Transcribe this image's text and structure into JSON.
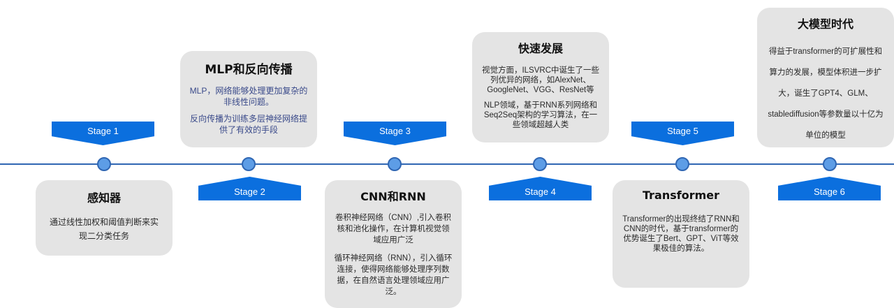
{
  "stages": [
    {
      "label": "Stage 1",
      "title": "感知器",
      "paragraphs": [
        "通过线性加权和阈值判断来实现二分类任务"
      ]
    },
    {
      "label": "Stage 2",
      "title": "MLP和反向传播",
      "paragraphs": [
        "MLP，网络能够处理更加复杂的非线性问题。",
        "反向传播为训练多层神经网络提供了有效的手段"
      ]
    },
    {
      "label": "Stage 3",
      "title": "CNN和RNN",
      "paragraphs": [
        "卷积神经网络（CNN）,引入卷积核和池化操作，在计算机视觉领域应用广泛",
        "循环神经网络（RNN），引入循环连接，使得网络能够处理序列数据，在自然语言处理领域应用广泛。"
      ]
    },
    {
      "label": "Stage 4",
      "title": "快速发展",
      "paragraphs": [
        "视觉方面，ILSVRC中诞生了一些列优异的网络，如AlexNet、GoogleNet、VGG、ResNet等",
        "NLP领域，基于RNN系列网络和Seq2Seq架构的学习算法，在一些领域超越人类"
      ]
    },
    {
      "label": "Stage 5",
      "title": "Transformer",
      "paragraphs": [
        "Transformer的出现终结了RNN和CNN的时代，基于transformer的优势诞生了Bert、GPT、ViT等效果极佳的算法。"
      ]
    },
    {
      "label": "Stage 6",
      "title": "大模型时代",
      "paragraphs": [
        "得益于transformer的可扩展性和算力的发展，模型体积进一步扩大，诞生了GPT4、GLM、stablediffusion等参数量以十亿为单位的模型"
      ]
    }
  ]
}
